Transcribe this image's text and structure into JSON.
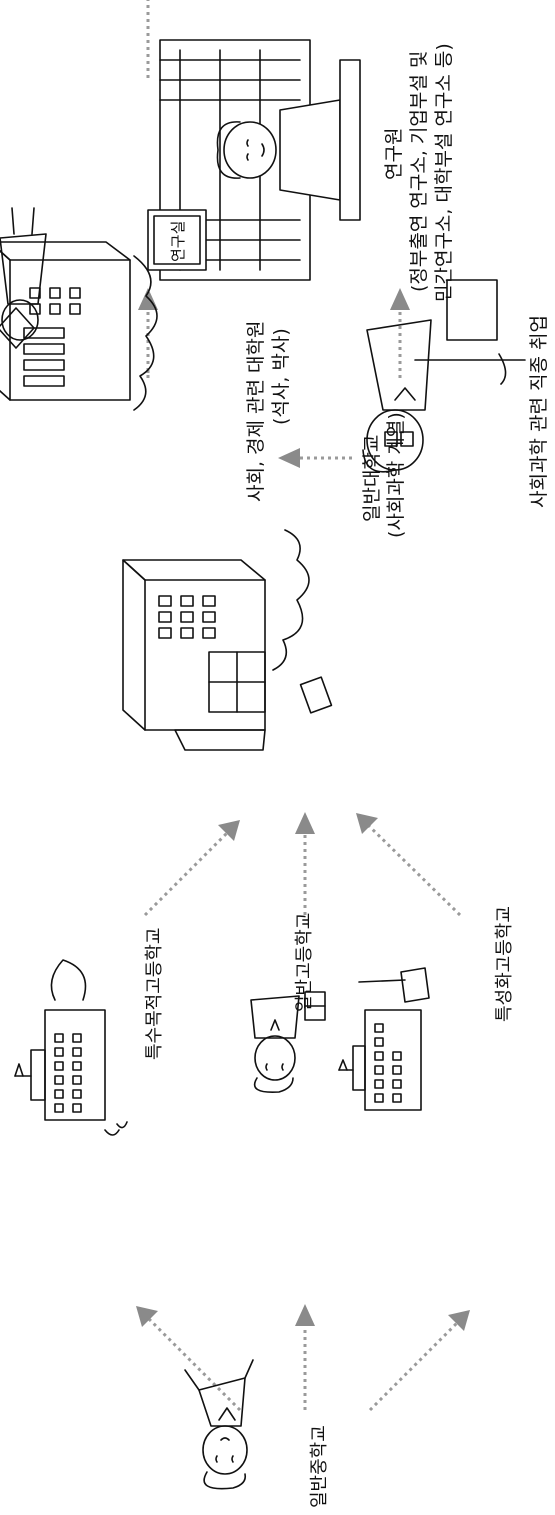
{
  "nodes": {
    "middle_school": "일반중학교",
    "special_high": "특수목적고등학교",
    "general_high": "일반고등학교",
    "specialized_high": "특성화고등학교",
    "university": "일반대학교",
    "university_sub": "(사회과학 계열)",
    "grad_school": "사회, 경제 관련 대학원",
    "grad_school_sub": "(석사, 박사)",
    "employment": "사회과학 관련 직종 취업",
    "researcher": "연구원",
    "researcher_sub1": "(정부출연 연구소, 기업부설 및",
    "researcher_sub2": "민간연구소, 대학부설 연구소 등)",
    "lab_sign": "연구실"
  },
  "icons": {
    "student_girl": "student-girl-icon",
    "school_building": "school-building-icon",
    "university_building": "university-building-icon",
    "graduate": "graduate-icon",
    "office_worker": "office-worker-icon",
    "researcher": "researcher-icon"
  },
  "colors": {
    "arrow": "#9a9a9a",
    "ink": "#111111",
    "background": "#ffffff"
  }
}
